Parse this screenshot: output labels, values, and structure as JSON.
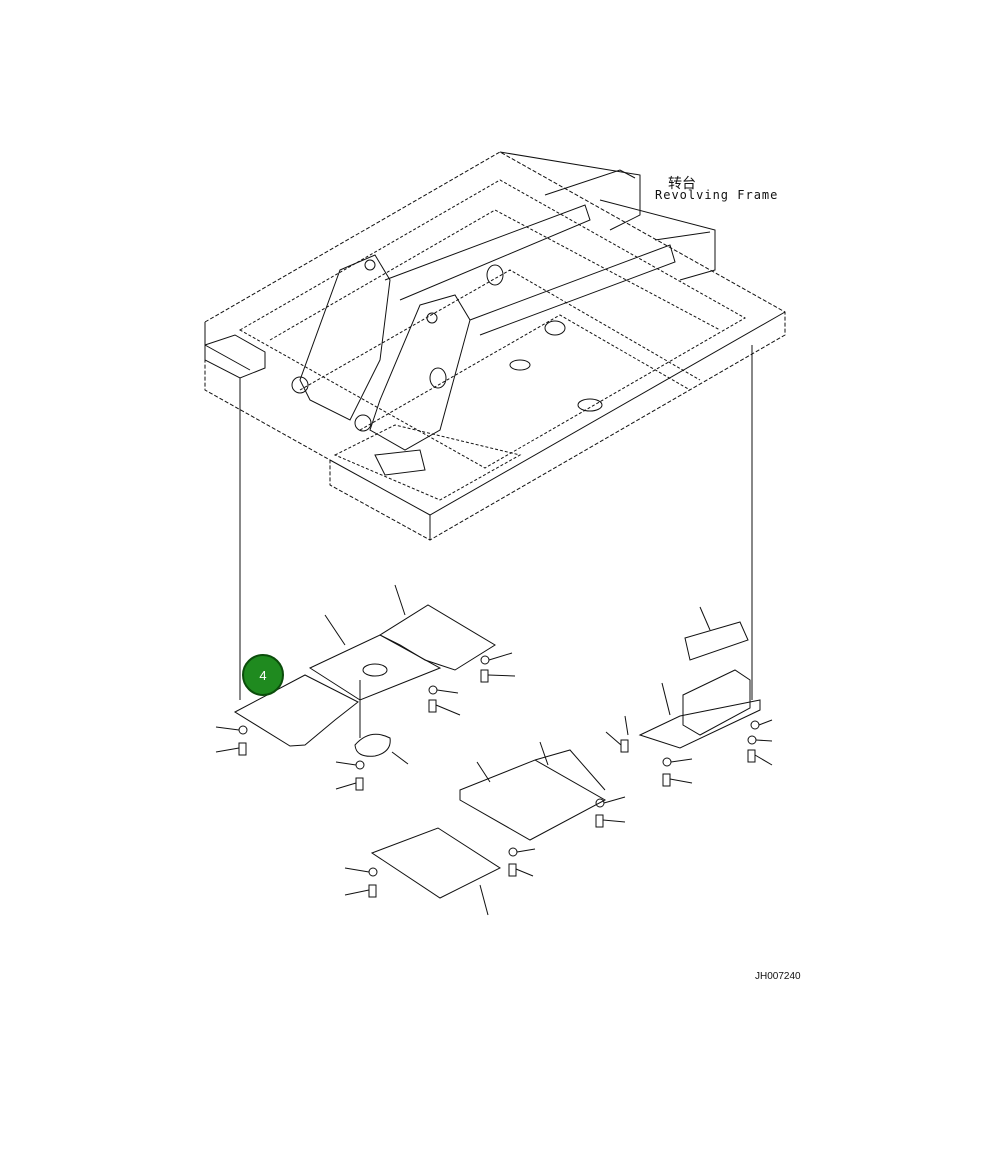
{
  "frame_label": {
    "chinese": "转台",
    "english": "Revolving Frame"
  },
  "callout": {
    "number": "4",
    "color": "#1f8a1f"
  },
  "drawing_number": "JH007240"
}
